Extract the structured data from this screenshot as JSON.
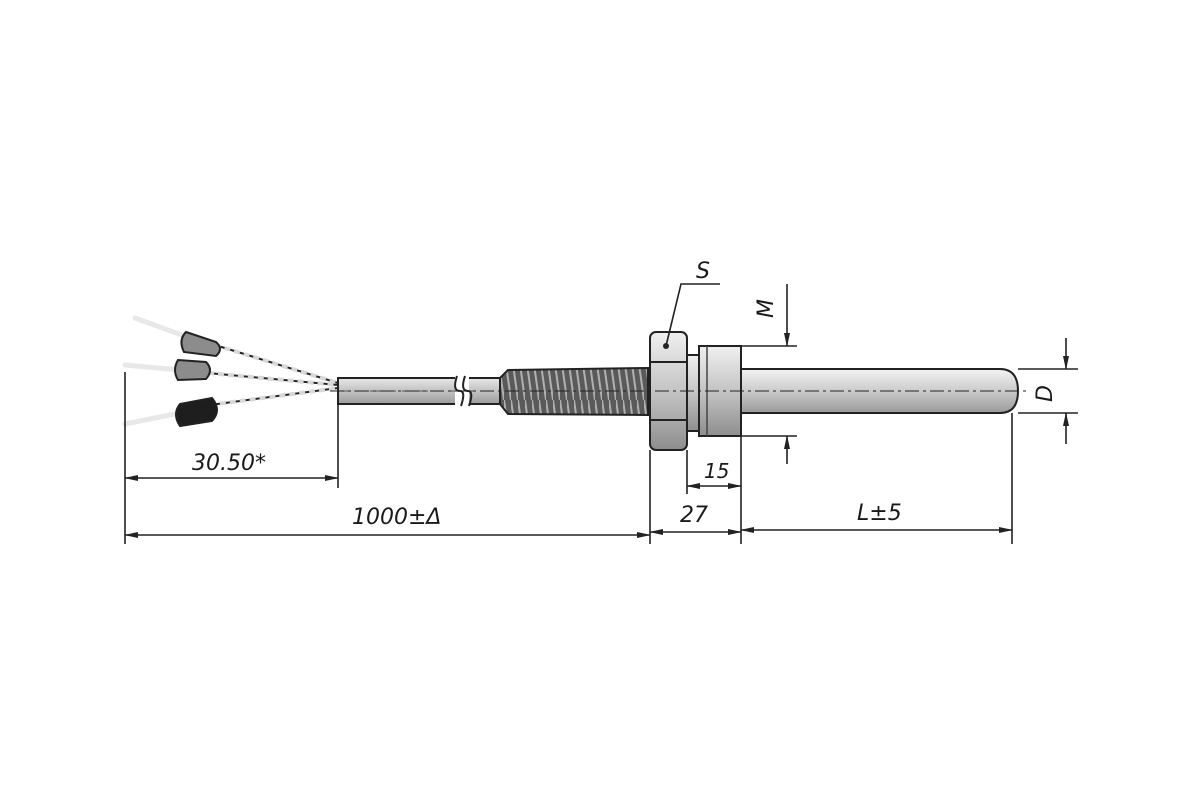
{
  "labels": {
    "wrench_size": "S",
    "thread": "M",
    "diameter": "D",
    "lead_length": "30.50*",
    "cable_length": "1000±Δ",
    "fitting_length": "27",
    "thread_length": "15",
    "probe_length": "L±5"
  },
  "colors": {
    "line": "#222222",
    "metal_light": "#e6e6e6",
    "metal_mid": "#b8b8b8",
    "metal_dark": "#8a8a8a",
    "sleeve_grey": "#8c8c8c",
    "sleeve_black": "#1e1e1e"
  }
}
